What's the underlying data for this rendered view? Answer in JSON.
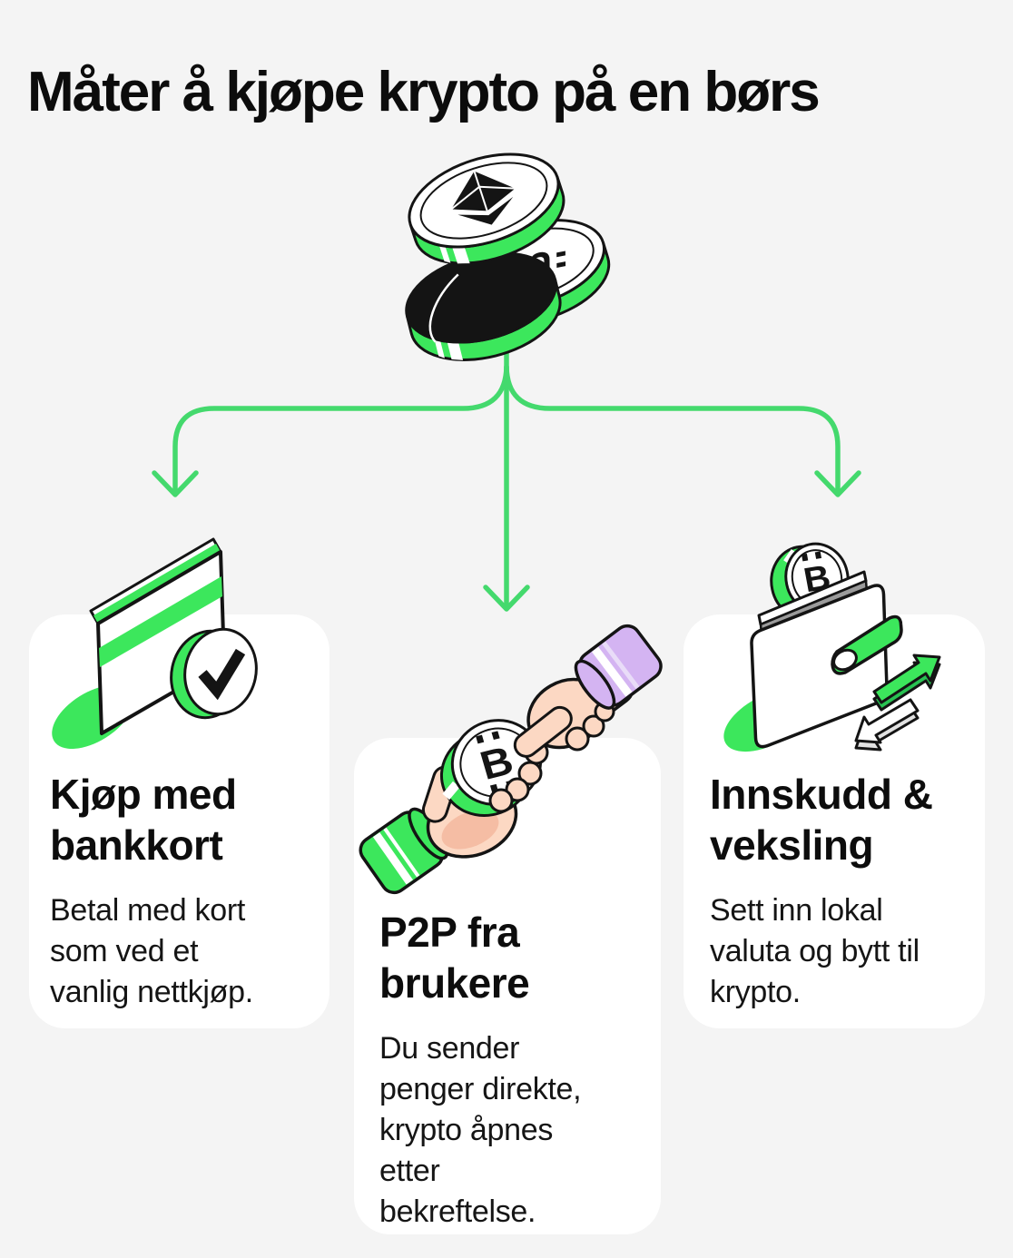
{
  "title": "Måter å kjøpe krypto på en børs",
  "colors": {
    "background": "#f4f4f4",
    "card_background": "#ffffff",
    "text": "#0d0d0d",
    "arrow_green": "#44d96d",
    "illustration_green": "#3ce75c",
    "outline_black": "#141414",
    "skin": "#fcd8c3",
    "skin_shadow": "#f5bda4",
    "purple_cuff": "#d4b4f2",
    "wallet_gray": "#9b9b9b"
  },
  "center_illustration": "stack-of-crypto-coins (ethereum coin, bitcoin coin, black coin with green edges)",
  "flow": "one stem splitting into three arrows pointing at the three cards",
  "cards": [
    {
      "id": "bankkort",
      "illustration": "bank-card-with-checkmark",
      "heading": "Kjøp med\nbankkort",
      "body": "Betal med kort\nsom ved et\nvanlig nettkjøp."
    },
    {
      "id": "p2p",
      "illustration": "hands-exchanging-bitcoin-coin",
      "heading": "P2P fra\nbrukere",
      "body": "Du sender\npenger direkte,\nkrypto åpnes\netter\nbekreftelse."
    },
    {
      "id": "innskudd",
      "illustration": "wallet-with-bitcoin-and-exchange-arrows",
      "heading": "Innskudd &\nveksling",
      "body": "Sett inn lokal\nvaluta og bytt til\nkrypto."
    }
  ]
}
